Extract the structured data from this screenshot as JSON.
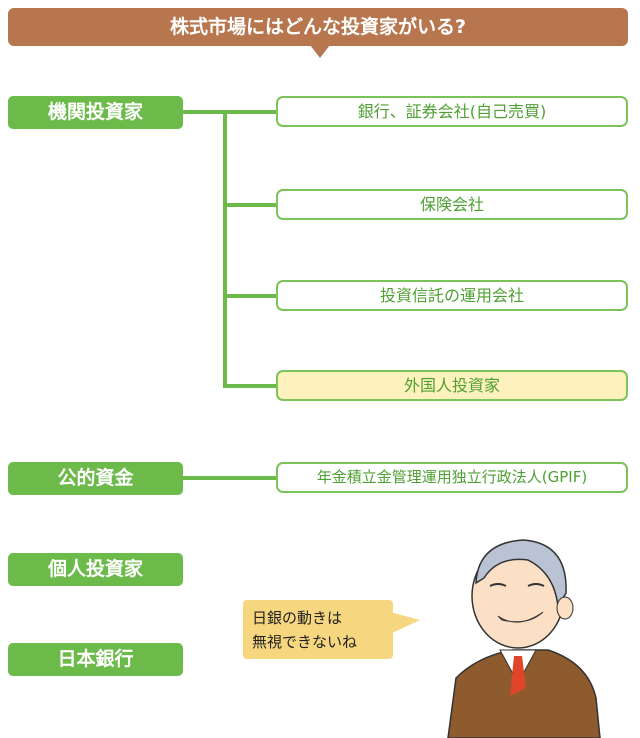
{
  "title": "株式市場にはどんな投資家がいる?",
  "categories": [
    {
      "label": "機関投資家",
      "children": [
        "銀行、証券会社(自己売買)",
        "保険会社",
        "投資信託の運用会社",
        "外国人投資家"
      ]
    },
    {
      "label": "公的資金",
      "children": [
        "年金積立金管理運用独立行政法人(GPIF)"
      ]
    },
    {
      "label": "個人投資家"
    },
    {
      "label": "日本銀行"
    }
  ],
  "speech": {
    "line1": "日銀の動きは",
    "line2": "無視できないね"
  },
  "colors": {
    "header": "#b8764f",
    "green": "#6cbb4a",
    "highlight": "#fdf1bd",
    "speech": "#f6d67e"
  }
}
